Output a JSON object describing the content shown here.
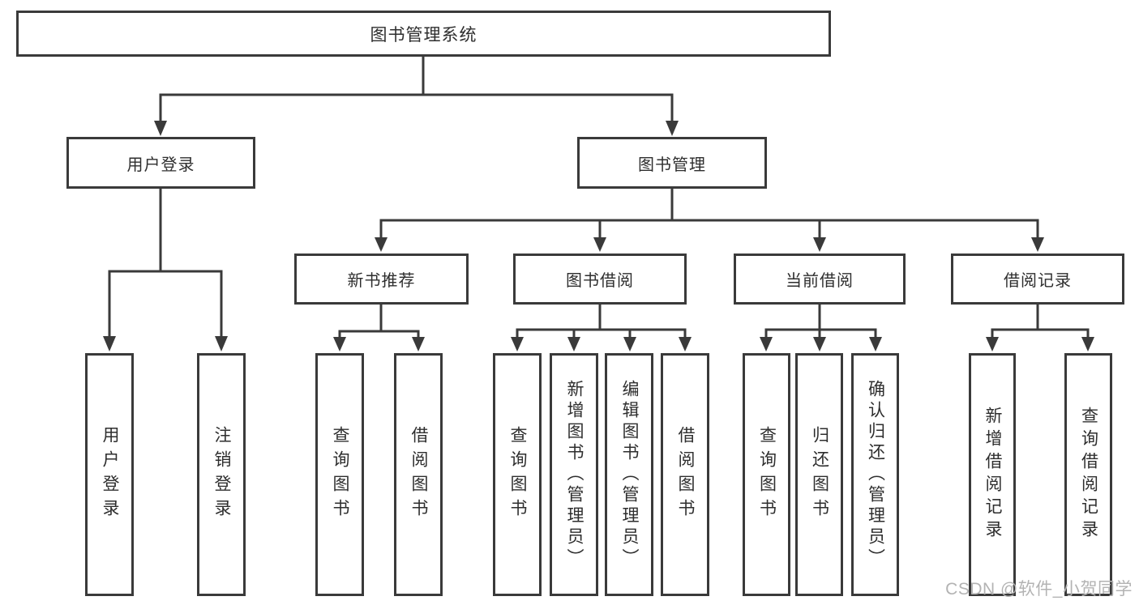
{
  "tree": {
    "root": "图书管理系统",
    "branches": [
      {
        "label": "用户登录",
        "children": [
          "用户登录",
          "注销登录"
        ]
      },
      {
        "label": "图书管理",
        "groups": [
          {
            "label": "新书推荐",
            "children": [
              "查询图书",
              "借阅图书"
            ]
          },
          {
            "label": "图书借阅",
            "children": [
              "查询图书",
              "新增图书（管理员）",
              "编辑图书（管理员）",
              "借阅图书"
            ]
          },
          {
            "label": "当前借阅",
            "children": [
              "查询图书",
              "归还图书",
              "确认归还（管理员）"
            ]
          },
          {
            "label": "借阅记录",
            "children": [
              "新增借阅记录",
              "查询借阅记录"
            ]
          }
        ]
      }
    ]
  },
  "watermark": "CSDN @软件_小贺同学",
  "colors": {
    "line": "#3a3a3a",
    "text": "#2e2e2e",
    "watermark": "#b3b3b3",
    "bg": "#ffffff"
  }
}
